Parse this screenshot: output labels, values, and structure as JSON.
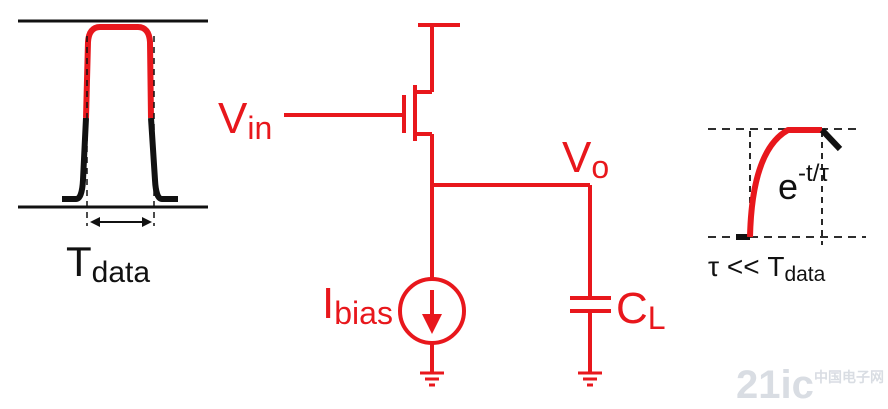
{
  "colors": {
    "signal": "#e8171c",
    "ink": "#111111",
    "watermark": "#d9dde3"
  },
  "pulse": {
    "label_main": "T",
    "label_sub": "data"
  },
  "circuit": {
    "vin": {
      "main": "V",
      "sub": "in"
    },
    "vo": {
      "main": "V",
      "sub": "o"
    },
    "ibias": {
      "main": "I",
      "sub": "bias"
    },
    "cl": {
      "main": "C",
      "sub": "L"
    }
  },
  "response": {
    "exp_base": "e",
    "exp_power": "-t/τ",
    "condition": {
      "left": "τ << T",
      "sub": "data"
    }
  },
  "watermark": {
    "text": "21ic",
    "cn": "中国电子网"
  }
}
